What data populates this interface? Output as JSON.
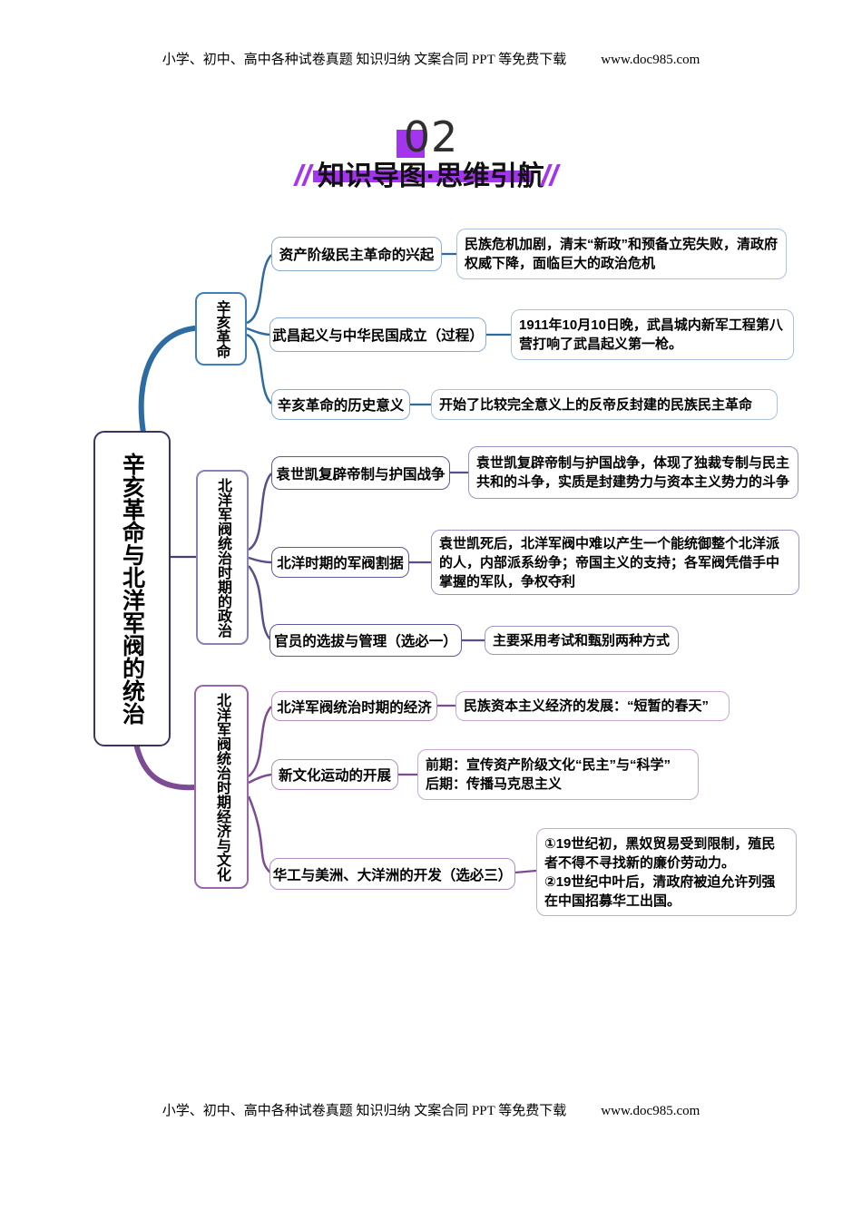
{
  "page": {
    "header_text": "小学、初中、高中各种试卷真题 知识归纳 文案合同 PPT 等免费下载",
    "header_url": "www.doc985.com",
    "footer_text": "小学、初中、高中各种试卷真题 知识归纳 文案合同 PPT 等免费下载",
    "footer_url": "www.doc985.com"
  },
  "section": {
    "number": "02",
    "title": "知识导图·思维引航"
  },
  "colors": {
    "accent_purple": "#a435ee",
    "branch1_blue": "#2d6ba3",
    "branch2_indigo": "#55508c",
    "branch3_purple": "#7d4b93"
  },
  "mindmap": {
    "root": "辛亥革命与北洋军阀的统治",
    "branches": [
      {
        "label": "辛亥革命",
        "children": [
          {
            "topic": "资产阶级民主革命的兴起",
            "detail": "民族危机加剧，清末“新政”和预备立宪失败，清政府权威下降，面临巨大的政治危机"
          },
          {
            "topic": "武昌起义与中华民国成立（过程）",
            "detail": "1911年10月10日晚，武昌城内新军工程第八营打响了武昌起义第一枪。"
          },
          {
            "topic": "辛亥革命的历史意义",
            "detail": "开始了比较完全意义上的反帝反封建的民族民主革命"
          }
        ]
      },
      {
        "label": "北洋军阀统治时期的政治",
        "children": [
          {
            "topic": "袁世凯复辟帝制与护国战争",
            "detail": "袁世凯复辟帝制与护国战争，体现了独裁专制与民主共和的斗争，实质是封建势力与资本主义势力的斗争"
          },
          {
            "topic": "北洋时期的军阀割据",
            "detail": "袁世凯死后，北洋军阀中难以产生一个能统御整个北洋派的人，内部派系纷争；帝国主义的支持；各军阀凭借手中掌握的军队，争权夺利"
          },
          {
            "topic": "官员的选拔与管理（选必一）",
            "detail": "主要采用考试和甄别两种方式"
          }
        ]
      },
      {
        "label": "北洋军阀统治时期经济与文化",
        "children": [
          {
            "topic": "北洋军阀统治时期的经济",
            "detail": "民族资本主义经济的发展：“短暂的春天”"
          },
          {
            "topic": "新文化运动的开展",
            "detail": "前期：宣传资产阶级文化“民主”与“科学”\n后期：传播马克思主义"
          },
          {
            "topic": "华工与美洲、大洋洲的开发（选必三）",
            "detail": "①19世纪初，黑奴贸易受到限制，殖民者不得不寻找新的廉价劳动力。\n②19世纪中叶后，清政府被迫允许列强在中国招募华工出国。"
          }
        ]
      }
    ]
  }
}
